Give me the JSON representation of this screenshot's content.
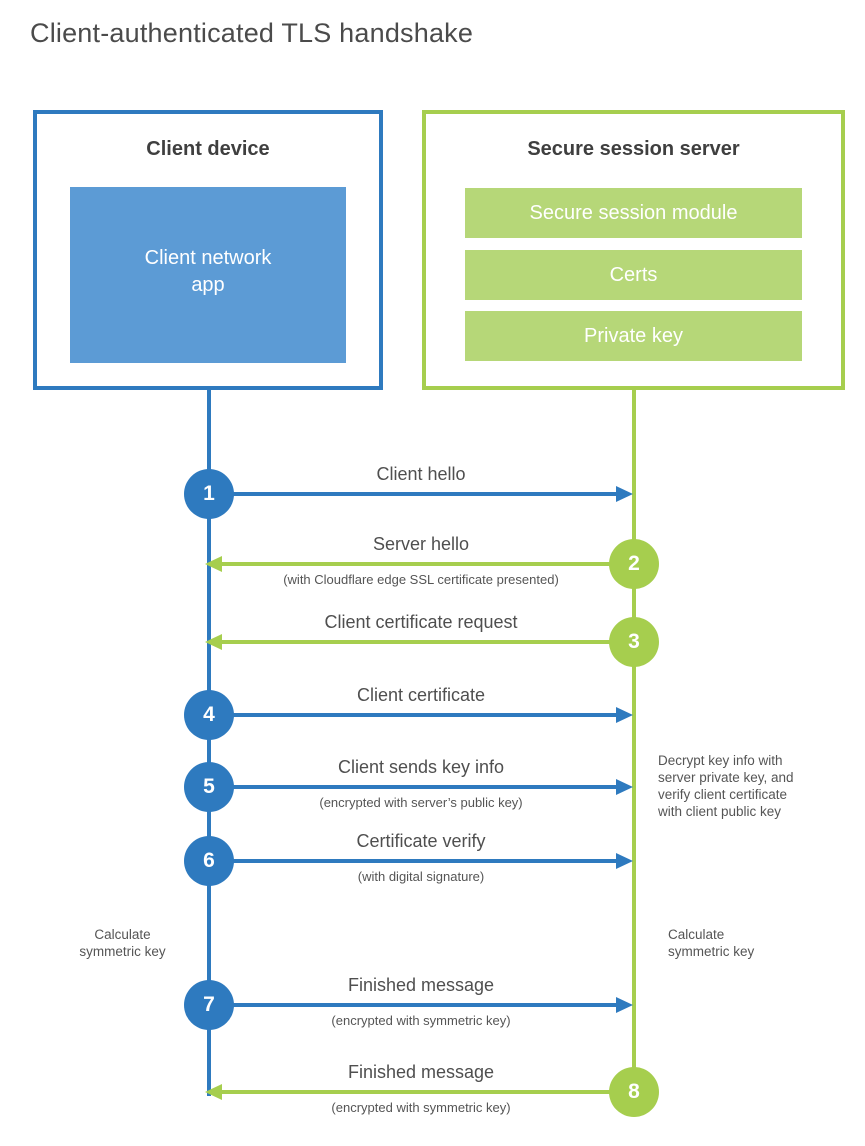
{
  "title": "Client-authenticated TLS handshake",
  "colors": {
    "blue": "#2e7abf",
    "blue_light": "#5c9bd5",
    "green": "#a6ce4e",
    "green_light": "#b6d778"
  },
  "client_box": {
    "title": "Client device",
    "app": {
      "line1": "Client network",
      "line2": "app"
    }
  },
  "server_box": {
    "title": "Secure session server",
    "modules": [
      "Secure session module",
      "Certs",
      "Private key"
    ]
  },
  "steps": [
    {
      "num": "1",
      "label": "Client hello",
      "sub": "",
      "from": "client",
      "to": "server"
    },
    {
      "num": "2",
      "label": "Server hello",
      "sub": "(with Cloudflare edge SSL certificate presented)",
      "from": "server",
      "to": "client"
    },
    {
      "num": "3",
      "label": "Client certificate request",
      "sub": "",
      "from": "server",
      "to": "client"
    },
    {
      "num": "4",
      "label": "Client certificate",
      "sub": "",
      "from": "client",
      "to": "server"
    },
    {
      "num": "5",
      "label": "Client sends key info",
      "sub": "(encrypted with server’s public key)",
      "from": "client",
      "to": "server"
    },
    {
      "num": "6",
      "label": "Certificate verify",
      "sub": "(with digital signature)",
      "from": "client",
      "to": "server"
    },
    {
      "num": "7",
      "label": "Finished message",
      "sub": "(encrypted with symmetric key)",
      "from": "client",
      "to": "server"
    },
    {
      "num": "8",
      "label": "Finished message",
      "sub": "(encrypted with symmetric key)",
      "from": "server",
      "to": "client"
    }
  ],
  "annotations": {
    "calc_left": {
      "lines": [
        "Calculate",
        "symmetric key"
      ]
    },
    "calc_right": {
      "lines": [
        "Calculate",
        "symmetric key"
      ]
    },
    "decrypt": {
      "lines": [
        "Decrypt key info with",
        "server private key, and",
        "verify client certificate",
        "with client public key"
      ]
    }
  }
}
